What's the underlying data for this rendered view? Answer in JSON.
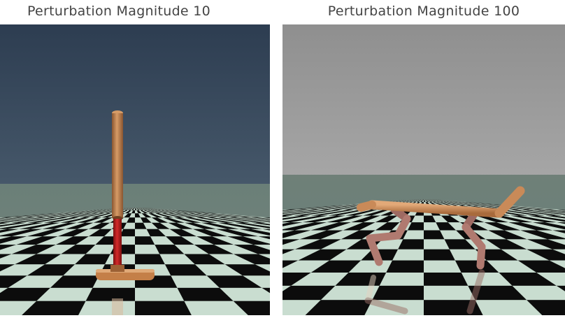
{
  "panels": [
    {
      "title": "Perturbation Magnitude 10",
      "scene": "hopper-robot-standing-on-checkered-floor"
    },
    {
      "title": "Perturbation Magnitude 100",
      "scene": "half-cheetah-robot-on-checkered-floor"
    }
  ],
  "colors": {
    "sky_dark": "#2f3f52",
    "sky_gray": "#9a9a9a",
    "tile_light": "#c9ddd0",
    "tile_dark": "#0c0c0c",
    "robot_body": "#c98a58",
    "robot_leg": "#b07a70",
    "highlight_red": "#b81e1e"
  }
}
